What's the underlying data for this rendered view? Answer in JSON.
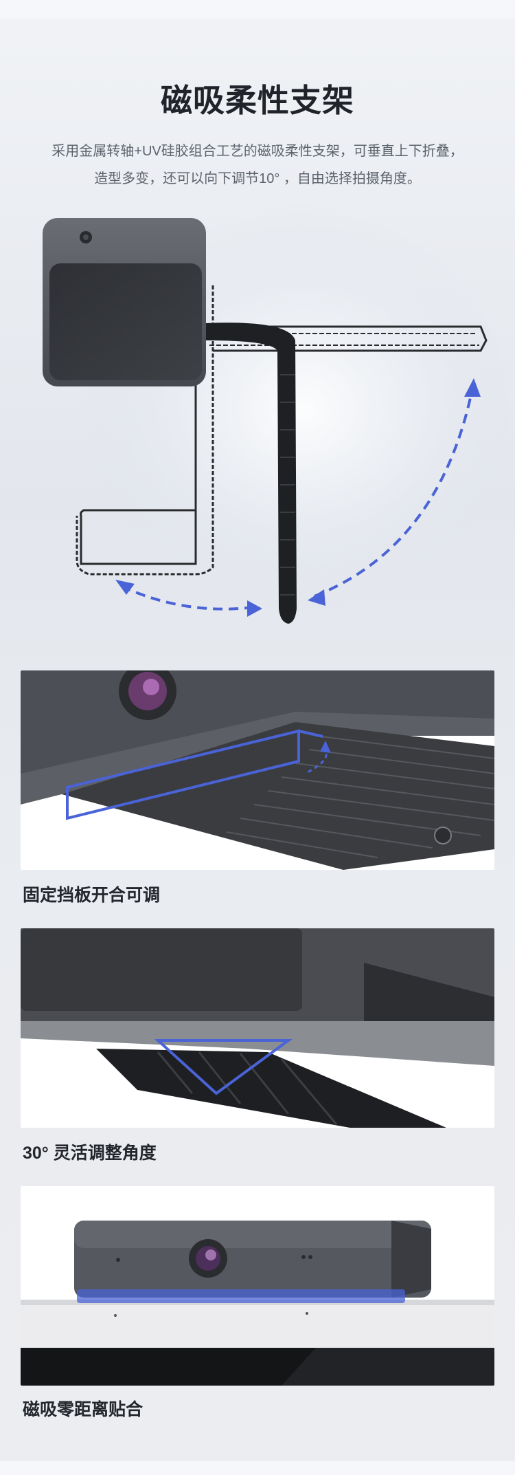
{
  "header": {
    "title": "磁吸柔性支架",
    "description_line1": "采用金属转轴+UV硅胶组合工艺的磁吸柔性支架，可垂直上下折叠，",
    "description_line2": "造型多变，还可以向下调节10°  ，自由选择拍摄角度。"
  },
  "features": [
    {
      "caption": "固定挡板开合可调"
    },
    {
      "caption": "30°  灵活调整角度"
    },
    {
      "caption": "磁吸零距离贴合"
    }
  ],
  "colors": {
    "accent_blue": "#4a63d6",
    "device_dark": "#3b3d42",
    "device_mid": "#55585e",
    "background": "#e6e9ee"
  }
}
